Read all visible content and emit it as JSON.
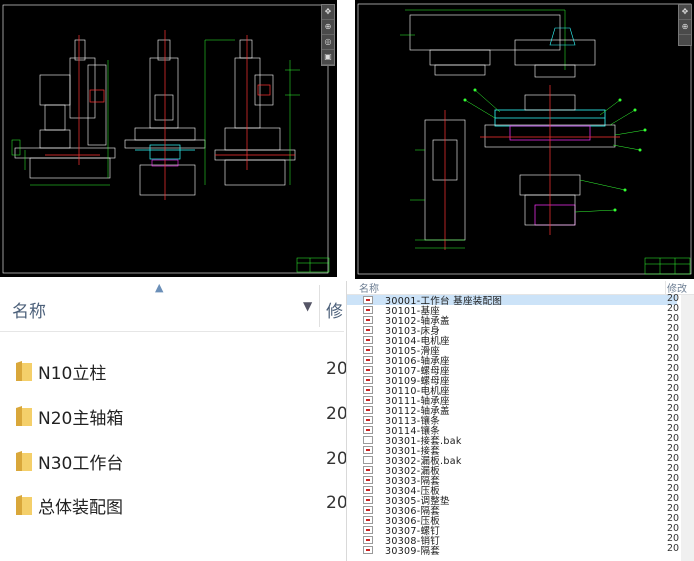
{
  "left_explorer": {
    "column_name": "名称",
    "column_modified": "修",
    "folders": [
      {
        "name": "N10立柱",
        "date": "20"
      },
      {
        "name": "N20主轴箱",
        "date": "20"
      },
      {
        "name": "N30工作台",
        "date": "20"
      },
      {
        "name": "总体装配图",
        "date": "20"
      }
    ],
    "icons": {
      "folder": "folder-icon",
      "sort": "chevron-down-icon",
      "collapse": "chevron-up-icon"
    }
  },
  "right_explorer": {
    "column_name": "名称",
    "column_modified": "修改",
    "files": [
      {
        "name": "30001-工作台 基座装配图",
        "date": "20",
        "type": "dwg"
      },
      {
        "name": "30101-基座",
        "date": "20",
        "type": "dwg"
      },
      {
        "name": "30102-轴承盖",
        "date": "20",
        "type": "dwg"
      },
      {
        "name": "30103-床身",
        "date": "20",
        "type": "dwg"
      },
      {
        "name": "30104-电机座",
        "date": "20",
        "type": "dwg"
      },
      {
        "name": "30105-滑座",
        "date": "20",
        "type": "dwg"
      },
      {
        "name": "30106-轴承座",
        "date": "20",
        "type": "dwg"
      },
      {
        "name": "30107-螺母座",
        "date": "20",
        "type": "dwg"
      },
      {
        "name": "30109-螺母座",
        "date": "20",
        "type": "dwg"
      },
      {
        "name": "30110-电机座",
        "date": "20",
        "type": "dwg"
      },
      {
        "name": "30111-轴承座",
        "date": "20",
        "type": "dwg"
      },
      {
        "name": "30112-轴承盖",
        "date": "20",
        "type": "dwg"
      },
      {
        "name": "30113-镶条",
        "date": "20",
        "type": "dwg"
      },
      {
        "name": "30114-镶条",
        "date": "20",
        "type": "dwg"
      },
      {
        "name": "30301-接套.bak",
        "date": "20",
        "type": "bak"
      },
      {
        "name": "30301-接套",
        "date": "20",
        "type": "dwg"
      },
      {
        "name": "30302-漏板.bak",
        "date": "20",
        "type": "bak"
      },
      {
        "name": "30302-漏板",
        "date": "20",
        "type": "dwg"
      },
      {
        "name": "30303-隔套",
        "date": "20",
        "type": "dwg"
      },
      {
        "name": "30304-压板",
        "date": "20",
        "type": "dwg"
      },
      {
        "name": "30305-调整垫",
        "date": "20",
        "type": "dwg"
      },
      {
        "name": "30306-隔套",
        "date": "20",
        "type": "dwg"
      },
      {
        "name": "30306-压板",
        "date": "20",
        "type": "dwg"
      },
      {
        "name": "30307-螺钉",
        "date": "20",
        "type": "dwg"
      },
      {
        "name": "30308-销钉",
        "date": "20",
        "type": "dwg"
      },
      {
        "name": "30309-隔套",
        "date": "20",
        "type": "dwg"
      }
    ]
  },
  "colors": {
    "cad_background": "#000000",
    "cad_line_green": "#22ff22",
    "cad_line_white": "#ffffff",
    "cad_line_red": "#ff3333",
    "cad_line_magenta": "#ff33ff",
    "cad_line_cyan": "#33ffff",
    "cad_line_yellow": "#ffff33",
    "selection": "#cce3f8"
  }
}
